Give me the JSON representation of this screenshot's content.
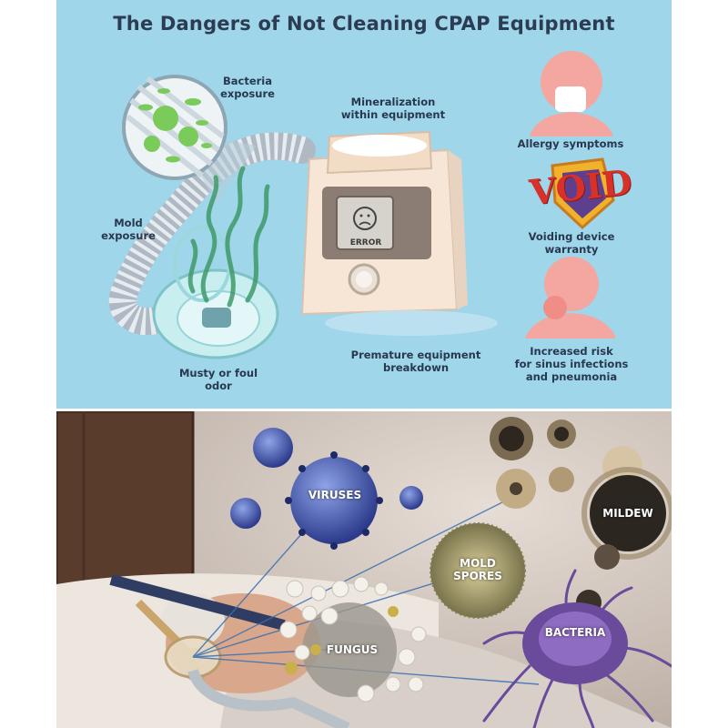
{
  "infographic": {
    "title": "The Dangers of Not Cleaning CPAP Equipment",
    "labels": {
      "bacteria_exposure": "Bacteria\nexposure",
      "mineralization": "Mineralization\nwithin equipment",
      "mold_exposure": "Mold\nexposure",
      "musty_odor": "Musty or foul\nodor",
      "premature_breakdown": "Premature equipment\nbreakdown",
      "allergy_symptoms": "Allergy symptoms",
      "voiding_warranty": "Voiding device\nwarranty",
      "increased_risk": "Increased risk\nfor sinus infections\nand pneumonia"
    },
    "device_screen_text": "ERROR",
    "void_stamp_text": "VOID",
    "colors": {
      "background": "#9fd6ea",
      "title": "#2b3c53",
      "void_red": "#d8312a",
      "void_gold": "#f2b12a",
      "germ_green": "#7bcb5a"
    }
  },
  "photo": {
    "labels": {
      "viruses": "VIRUSES",
      "mildew": "MILDEW",
      "mold_spores": "MOLD\nSPORES",
      "fungus": "FUNGUS",
      "bacteria": "BACTERIA"
    }
  }
}
